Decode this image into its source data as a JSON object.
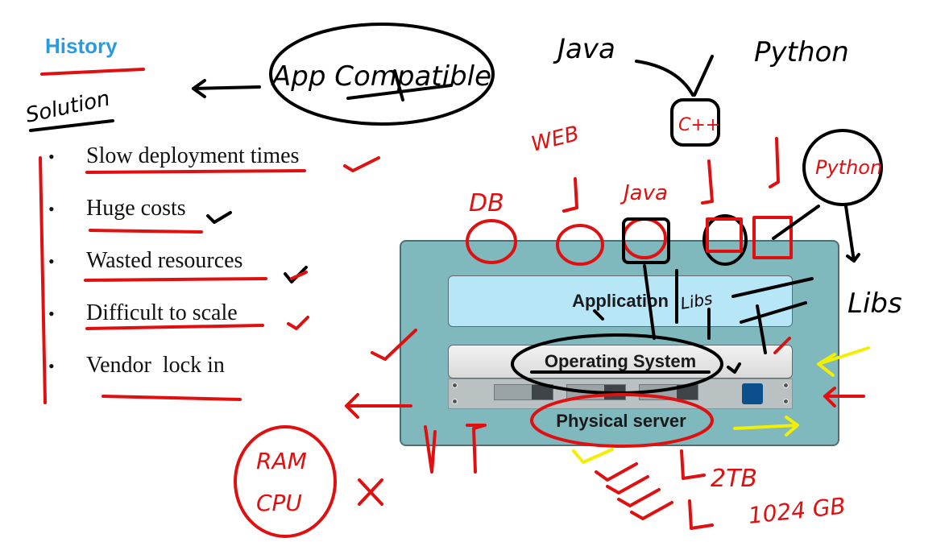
{
  "slide": {
    "title": "History",
    "bullets": [
      "Slow deployment times",
      "Huge costs",
      "Wasted resources",
      "Difficult to scale",
      "Vendor  lock in"
    ]
  },
  "diagram": {
    "application_label": "Application",
    "os_label": "Operating System",
    "physical_label": "Physical server"
  },
  "annotations": {
    "app_compatible": "App Compatible",
    "solution": "Solution",
    "java": "Java",
    "python": "Python",
    "cpp": "C++",
    "web": "WEB",
    "db": "DB",
    "java_red": "Java",
    "python_red": "Python",
    "libs": "Libs",
    "lib": "Libs",
    "ram": "RAM",
    "cpu": "CPU",
    "storage": "2TB",
    "memory": "1024 GB"
  },
  "colors": {
    "title": "#2a9be0",
    "ink_red": "#e01010",
    "ink_black": "#000000",
    "ink_yellow": "#f2ef00",
    "server_box": "#7fb8bd"
  }
}
